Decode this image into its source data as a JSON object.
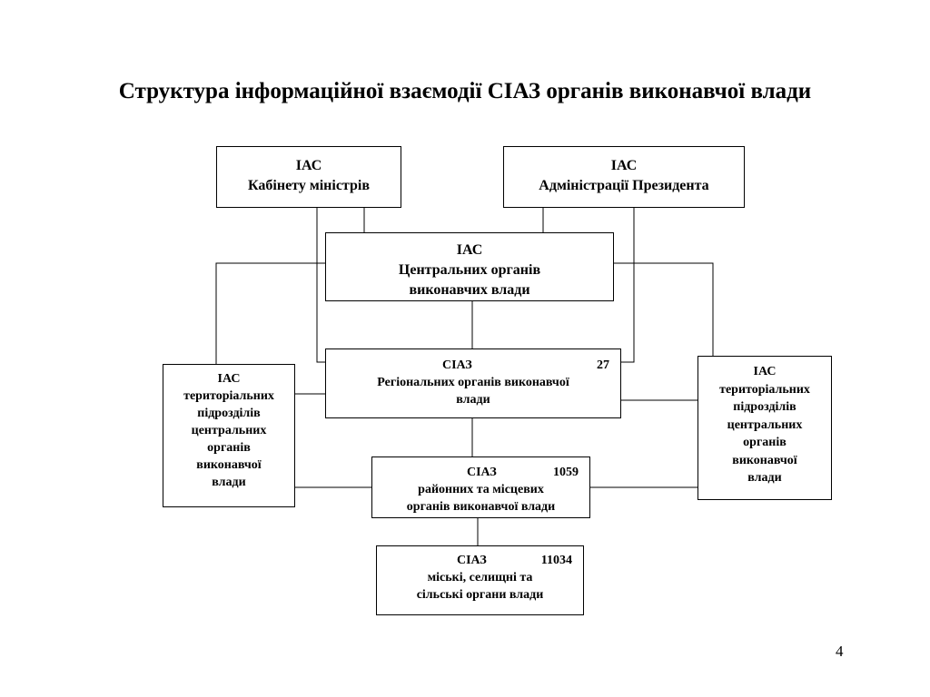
{
  "slide": {
    "title": "Структура інформаційної взаємодії СІАЗ органів виконавчої влади",
    "page_number": "4"
  },
  "nodes": {
    "cabinet": {
      "line1": "ІАС",
      "line2": "Кабінету міністрів"
    },
    "president": {
      "line1": "ІАС",
      "line2": "Адміністрації Президента"
    },
    "central": {
      "line1": "ІАС",
      "line2": "Центральних органів",
      "line3": "виконавчих влади"
    },
    "regional": {
      "name": "СІАЗ",
      "count": "27",
      "line2": "Регіональних органів виконавчої",
      "line3": "влади"
    },
    "district": {
      "name": "СІАЗ",
      "count": "1059",
      "line2": "районних  та місцевих",
      "line3": "органів виконавчої влади"
    },
    "city": {
      "name": "СІАЗ",
      "count": "11034",
      "line2": "міські, селищні та",
      "line3": "сільські органи влади"
    },
    "terr_left": {
      "lines": [
        "ІАС",
        "територіальних",
        "підрозділів",
        "центральних",
        "органів",
        "виконавчої",
        "влади"
      ]
    },
    "terr_right": {
      "lines": [
        "ІАС",
        "територіальних",
        "підрозділів",
        "центральних",
        "органів",
        "виконавчої",
        "влади"
      ]
    }
  }
}
